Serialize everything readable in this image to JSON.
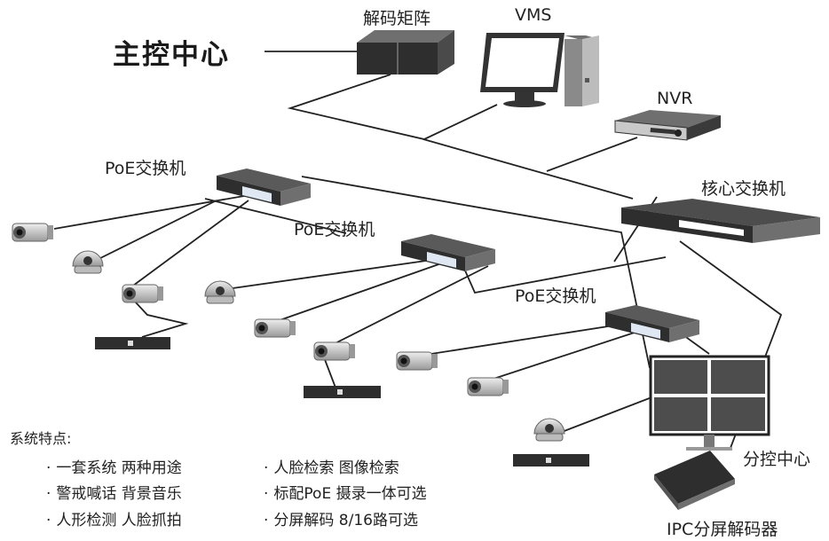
{
  "title": "主控中心",
  "devices": {
    "decoder_matrix": "解码矩阵",
    "vms": "VMS",
    "nvr": "NVR",
    "core_switch": "核心交换机",
    "poe_switch_1": "PoE交换机",
    "poe_switch_2": "PoE交换机",
    "poe_switch_3": "PoE交换机",
    "sub_center": "分控中心",
    "ipc_decoder": "IPC分屏解码器"
  },
  "features": {
    "heading": "系统特点:",
    "items": [
      "一套系统 两种用途",
      "警戒喊话 背景音乐",
      "人形检测 人脸抓拍",
      "人脸检索 图像检索",
      "标配PoE 摄录一体可选",
      "分屏解码 8/16路可选"
    ]
  },
  "colors": {
    "device_dark": "#2e2e2e",
    "device_mid": "#6f6f6f",
    "device_light": "#c9c9c9",
    "line": "#222222",
    "port_blue": "#dfe8f2"
  }
}
